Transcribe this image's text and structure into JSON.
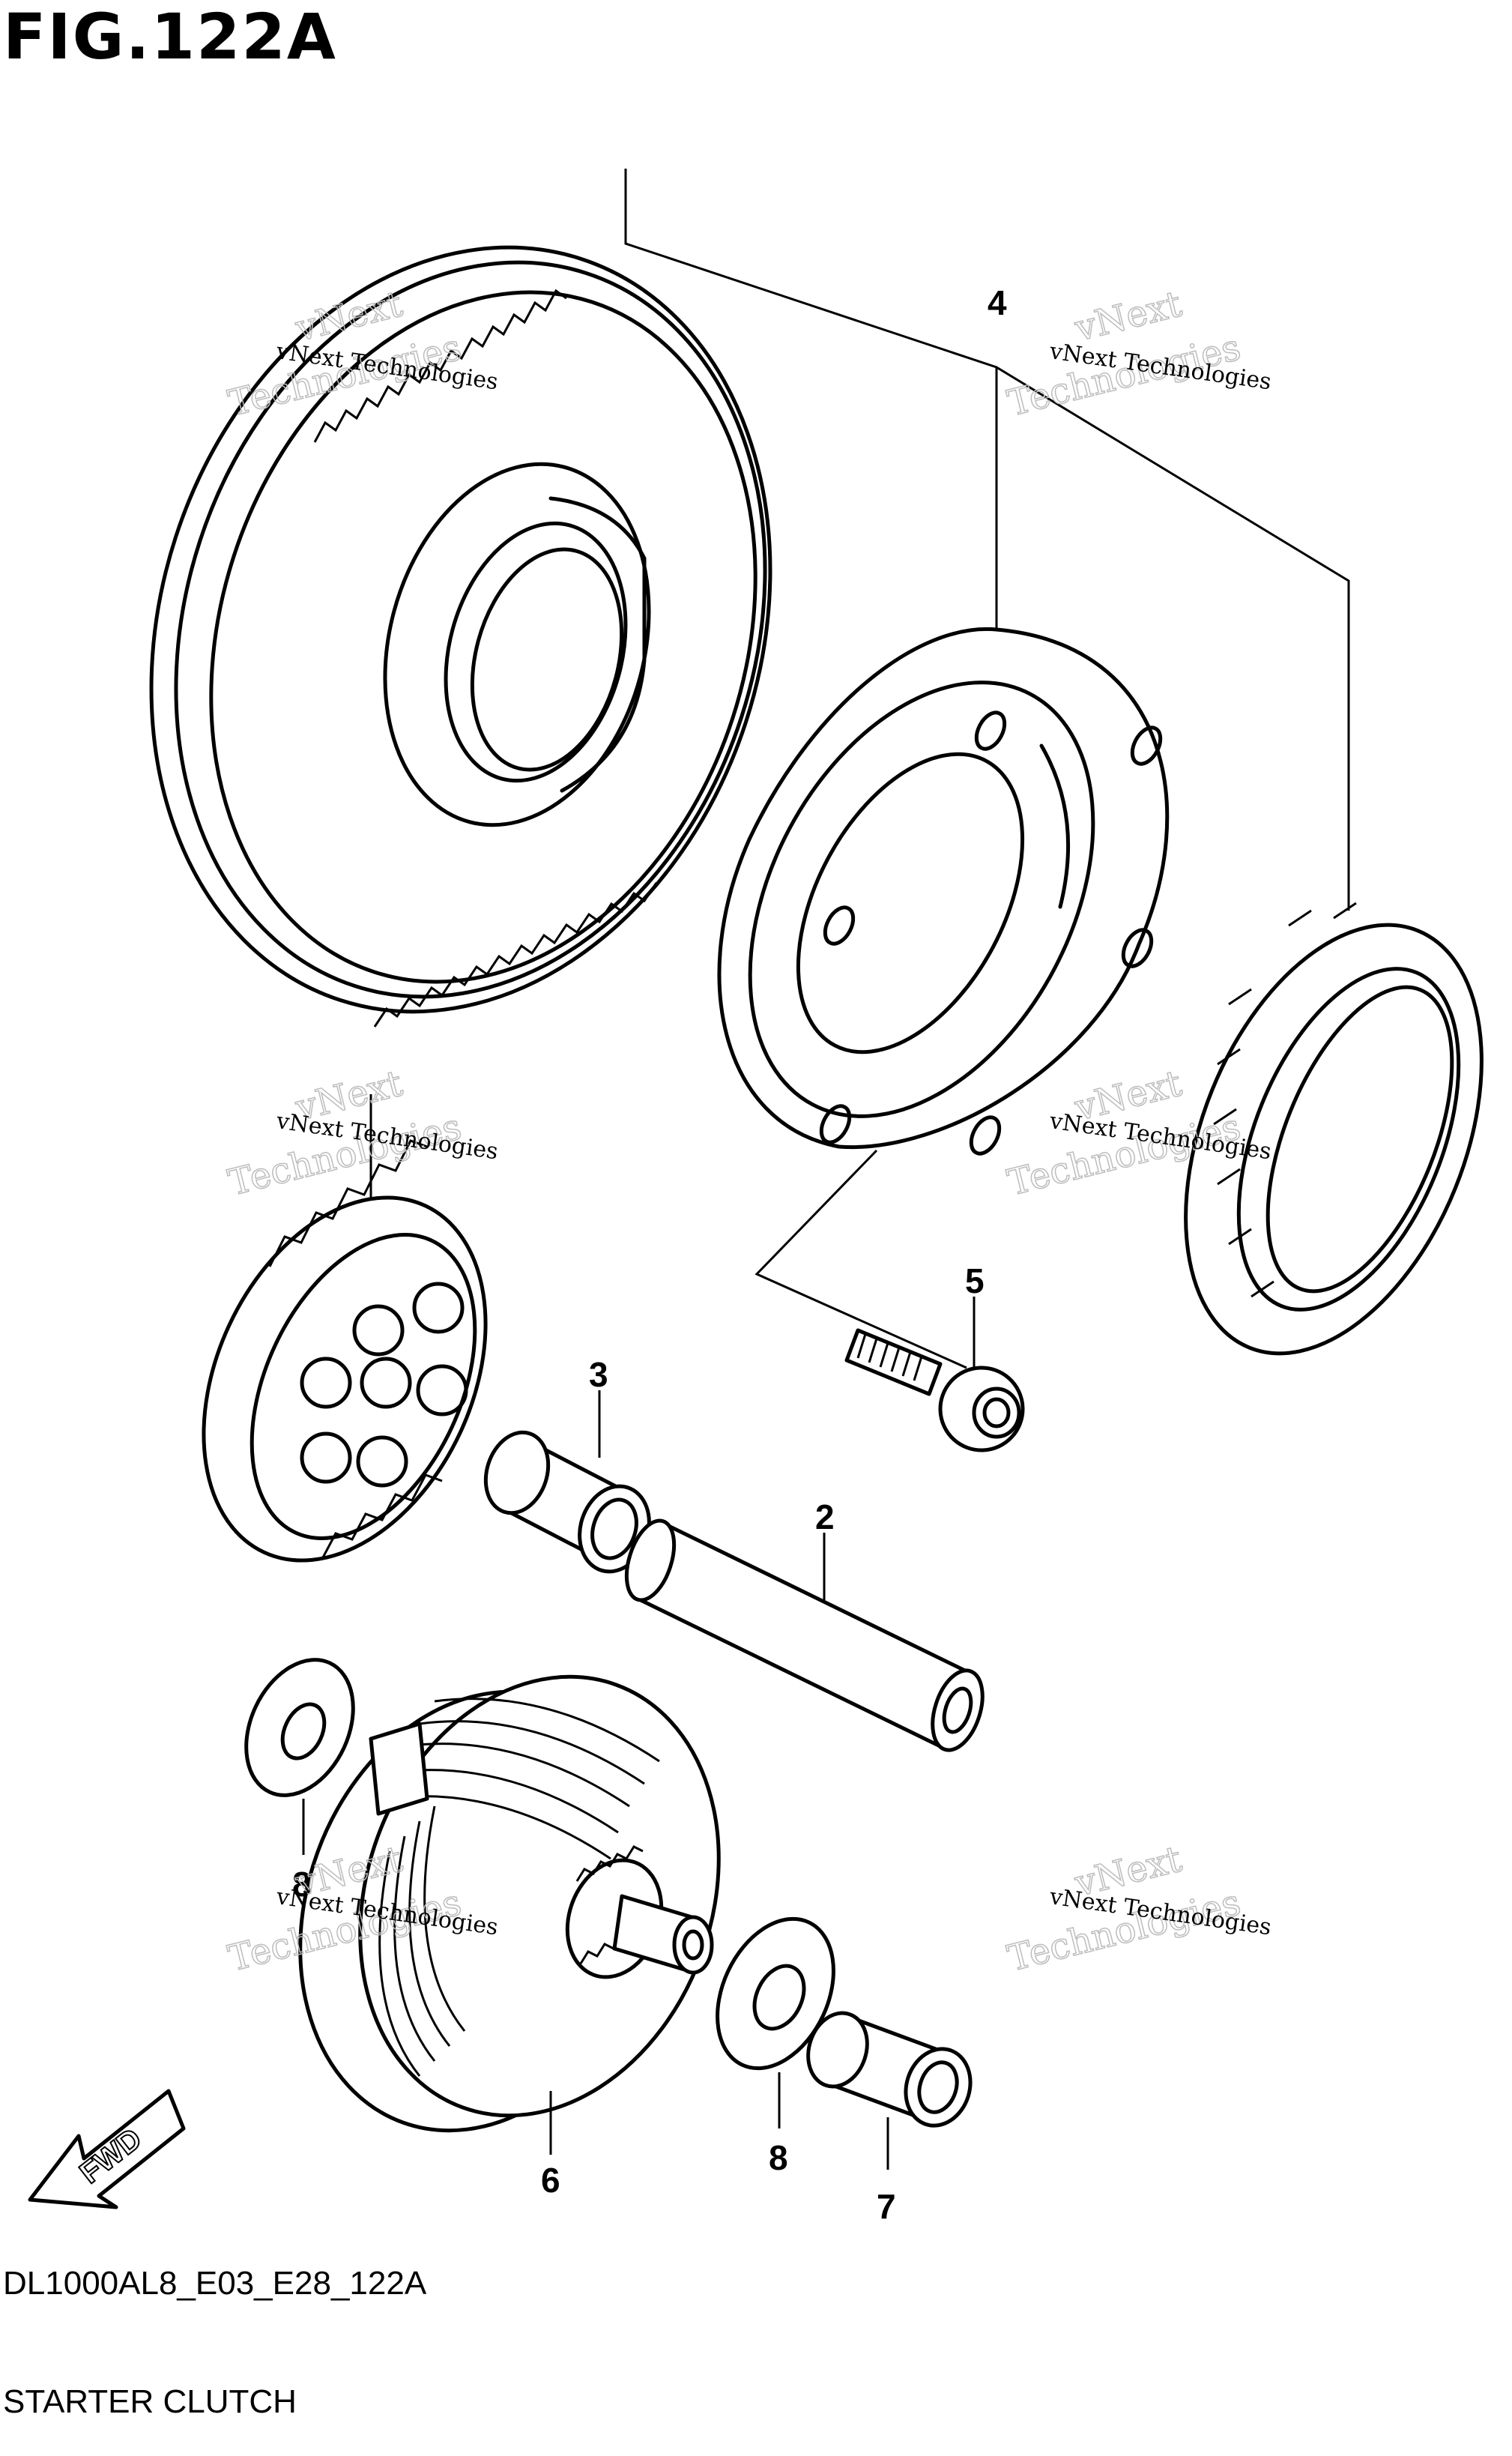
{
  "figure": {
    "title": "FIG.122A",
    "code": "DL1000AL8_E03_E28_122A",
    "name": "STARTER CLUTCH"
  },
  "callouts": [
    "4",
    "5",
    "3",
    "2",
    "8",
    "6",
    "8",
    "7"
  ],
  "watermark": {
    "line1": "vNext Technologies",
    "line2a": "vNext",
    "line2b": "Technologies"
  },
  "direction": {
    "label": "FWD",
    "icon": "forward-arrow-icon"
  },
  "colors": {
    "line": "#000000",
    "background": "#ffffff",
    "watermark": "#bdbdbd"
  }
}
